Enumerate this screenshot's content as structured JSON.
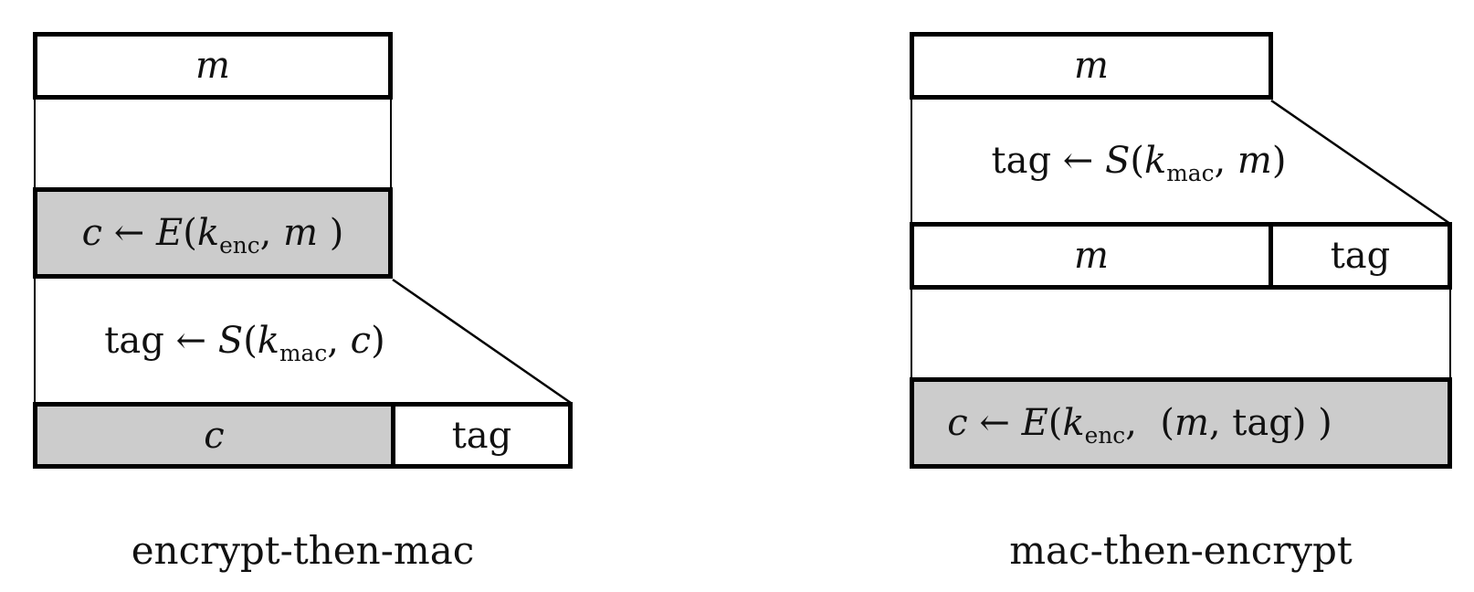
{
  "colors": {
    "line": "#000000",
    "shaded_fill": "#cccccc",
    "background": "#ffffff",
    "text": "#111111"
  },
  "left_diagram": {
    "caption": "encrypt-then-mac",
    "message_label": "m",
    "result_cipher_label": "c",
    "result_tag_label": "tag",
    "enc_formula": {
      "plain": "c ← E(k_enc, m )",
      "parts": [
        {
          "t": "c",
          "s": "it"
        },
        {
          "t": " ← ",
          "s": "rm"
        },
        {
          "t": "E",
          "s": "it"
        },
        {
          "t": "(",
          "s": "rm"
        },
        {
          "t": "k",
          "s": "it"
        },
        {
          "t": "enc",
          "s": "sub"
        },
        {
          "t": ", ",
          "s": "rm"
        },
        {
          "t": "m",
          "s": "it"
        },
        {
          "t": " )",
          "s": "rm"
        }
      ]
    },
    "mac_formula": {
      "plain": "tag ← S(k_mac, c)",
      "parts": [
        {
          "t": "tag ← ",
          "s": "rm"
        },
        {
          "t": "S",
          "s": "it"
        },
        {
          "t": "(",
          "s": "rm"
        },
        {
          "t": "k",
          "s": "it"
        },
        {
          "t": "mac",
          "s": "sub"
        },
        {
          "t": ", ",
          "s": "rm"
        },
        {
          "t": "c",
          "s": "it"
        },
        {
          "t": ")",
          "s": "rm"
        }
      ]
    }
  },
  "right_diagram": {
    "caption": "mac-then-encrypt",
    "message_label": "m",
    "mid_message_label": "m",
    "mid_tag_label": "tag",
    "mac_formula": {
      "plain": "tag ← S(k_mac, m)",
      "parts": [
        {
          "t": "tag ← ",
          "s": "rm"
        },
        {
          "t": "S",
          "s": "it"
        },
        {
          "t": "(",
          "s": "rm"
        },
        {
          "t": "k",
          "s": "it"
        },
        {
          "t": "mac",
          "s": "sub"
        },
        {
          "t": ", ",
          "s": "rm"
        },
        {
          "t": "m",
          "s": "it"
        },
        {
          "t": ")",
          "s": "rm"
        }
      ]
    },
    "enc_formula": {
      "plain": "c ← E(k_enc,  (m, tag) )",
      "parts": [
        {
          "t": "c",
          "s": "it"
        },
        {
          "t": " ← ",
          "s": "rm"
        },
        {
          "t": "E",
          "s": "it"
        },
        {
          "t": "(",
          "s": "rm"
        },
        {
          "t": "k",
          "s": "it"
        },
        {
          "t": "enc",
          "s": "sub"
        },
        {
          "t": ",  (",
          "s": "rm"
        },
        {
          "t": "m",
          "s": "it"
        },
        {
          "t": ", tag) )",
          "s": "rm"
        }
      ]
    }
  }
}
